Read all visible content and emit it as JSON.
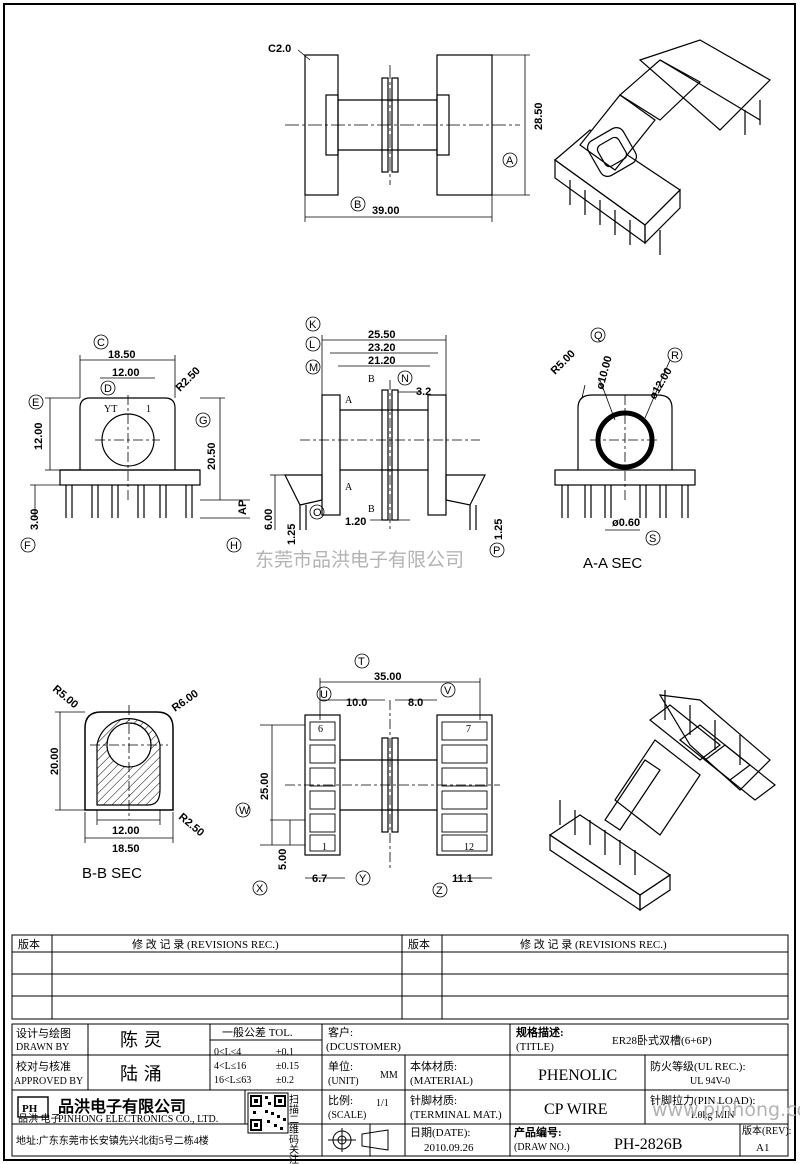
{
  "watermark": "东莞市品洪电子有限公司",
  "watermark_url": "www.pinhong.com.ltd",
  "top_view": {
    "chamfer": "C2.0",
    "width": "39.00",
    "height": "28.50",
    "labels": [
      "A",
      "B"
    ]
  },
  "left_view": {
    "dims": [
      "18.50",
      "12.00",
      "R2.50",
      "12.00",
      "20.50",
      "3.00",
      "AP"
    ],
    "labels": [
      "C",
      "D",
      "E",
      "F",
      "G",
      "H"
    ],
    "marks": [
      "YT",
      "1"
    ]
  },
  "front_view": {
    "dims": [
      "25.50",
      "23.20",
      "21.20",
      "3.2",
      "6.00",
      "1.25",
      "1.20",
      "1.25"
    ],
    "labels": [
      "K",
      "L",
      "M",
      "N",
      "O",
      "P"
    ],
    "section_marks": [
      "A",
      "A",
      "B",
      "B"
    ]
  },
  "section_aa": {
    "dims": [
      "R5.00",
      "ø10.00",
      "ø12.00",
      "ø0.60"
    ],
    "labels": [
      "Q",
      "R",
      "S"
    ],
    "title": "A-A SEC"
  },
  "section_bb": {
    "dims": [
      "R5.00",
      "R6.00",
      "20.00",
      "12.00",
      "18.50",
      "R2.50"
    ],
    "title": "B-B SEC"
  },
  "bottom_view": {
    "dims": [
      "35.00",
      "10.0",
      "8.0",
      "25.00",
      "5.00",
      "6.7",
      "11.1"
    ],
    "labels": [
      "T",
      "U",
      "V",
      "W",
      "X",
      "Y",
      "Z"
    ],
    "pin_numbers": [
      "6",
      "7",
      "1",
      "12"
    ]
  },
  "revisions": {
    "col_version": "版本",
    "col_record": "修 改 记 录 (REVISIONS REC.)"
  },
  "title_block": {
    "drawn_by_cn": "设计与绘图",
    "drawn_by_en": "DRAWN BY",
    "drawn_by_name": "陈 灵",
    "approved_by_cn": "校对与核准",
    "approved_by_en": "APPROVED BY",
    "approved_by_name": "陆 涌",
    "tolerance_title": "一般公差 TOL.",
    "tolerances": [
      {
        "range": "0<L≤4",
        "tol": "±0.1"
      },
      {
        "range": "4<L≤16",
        "tol": "±0.15"
      },
      {
        "range": "16<L≤63",
        "tol": "±0.2"
      }
    ],
    "customer_cn": "客户:",
    "customer_en": "(DCUSTOMER)",
    "unit_cn": "单位:",
    "unit_en": "(UNIT)",
    "unit_value": "MM",
    "scale_cn": "比例:",
    "scale_en": "(SCALE)",
    "scale_value": "1/1",
    "title_cn": "规格描述:",
    "title_en": "(TITLE)",
    "title_value": "ER28卧式双槽(6+6P)",
    "material_cn": "本体材质:",
    "material_en": "(MATERIAL)",
    "material_value": "PHENOLIC",
    "ul_cn": "防火等级(UL REC.):",
    "ul_value": "UL 94V-0",
    "terminal_cn": "针脚材质:",
    "terminal_en": "(TERMINAL MAT.)",
    "terminal_value": "CP WIRE",
    "pin_load_cn": "针脚拉力(PIN LOAD):",
    "pin_load_value": "1.0kg MIN",
    "date_cn": "日期(DATE):",
    "date_value": "2010.09.26",
    "drawno_cn": "产品编号:",
    "drawno_en": "(DRAW NO.)",
    "drawno_value": "PH-2826B",
    "rev_cn": "版本(REV):",
    "rev_value": "A1",
    "company_logo": "PH",
    "company_logo_sub": "品洪 电子",
    "company_cn": "品洪电子有限公司",
    "company_en": "PINHONG ELECTRONICS CO., LTD.",
    "address": "地址:广东东莞市长安镇先兴北街5号二栋4楼",
    "qr_caption": "扫描二维码关注品洪"
  }
}
